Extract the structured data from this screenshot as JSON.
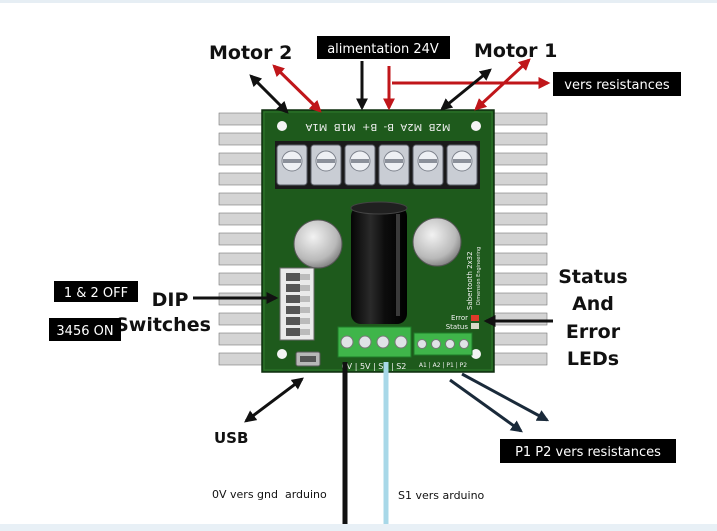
{
  "labels": {
    "motor2": "Motor 2",
    "motor1": "Motor 1",
    "power": "alimentation 24V",
    "to_resistors": "vers resistances",
    "dip_line1": "DIP",
    "dip_line2": "Switches",
    "dip_off": "1 & 2 OFF",
    "dip_on": "3456 ON",
    "status_1": "Status",
    "status_2": "And",
    "status_3": "Error",
    "status_4": "LEDs",
    "usb": "USB",
    "p1p2": "P1 P2 vers resistances",
    "gnd_wire": "0V vers gnd  arduino",
    "s1_wire": "S1 vers arduino"
  },
  "board": {
    "top_terminals": "M2B  M2A  B-  B+  M1B  M1A",
    "bottom_terminals": "0V | 5V | S1 | S2",
    "aux_terminals": "A1 | A2 | P1 | P2",
    "led_error": "Error",
    "led_status": "Status",
    "model_1": "Sabertooth 2x32",
    "model_2": "Dimension Engineering"
  },
  "colors": {
    "board": "#1e5a1c",
    "heatsink": "#d6d6d6",
    "terminal_green": "#3fb54a",
    "arrow_red": "#c0161a",
    "arrow_black": "#111111",
    "wire_blue": "#a8d8e8"
  }
}
